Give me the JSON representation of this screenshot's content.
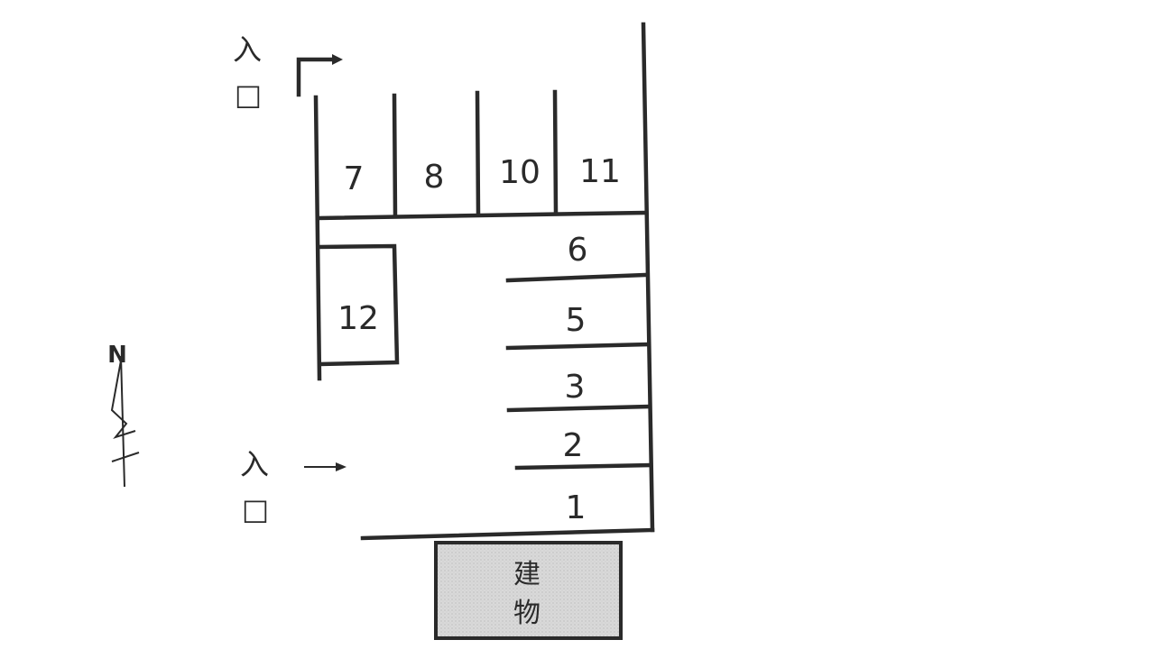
{
  "entrances": [
    {
      "char": "入",
      "box": "□"
    },
    {
      "char": "入",
      "box": "□"
    }
  ],
  "spaces": {
    "s7": "7",
    "s8": "8",
    "s10": "10",
    "s11": "11",
    "s6": "6",
    "s5": "5",
    "s3": "3",
    "s2": "2",
    "s1": "1",
    "s12": "12"
  },
  "building": {
    "line1": "建",
    "line2": "物"
  },
  "north": {
    "label": "N"
  },
  "colors": {
    "ink": "#2a2a2a",
    "building_fill": "#d9d9d9",
    "background": "#ffffff"
  }
}
